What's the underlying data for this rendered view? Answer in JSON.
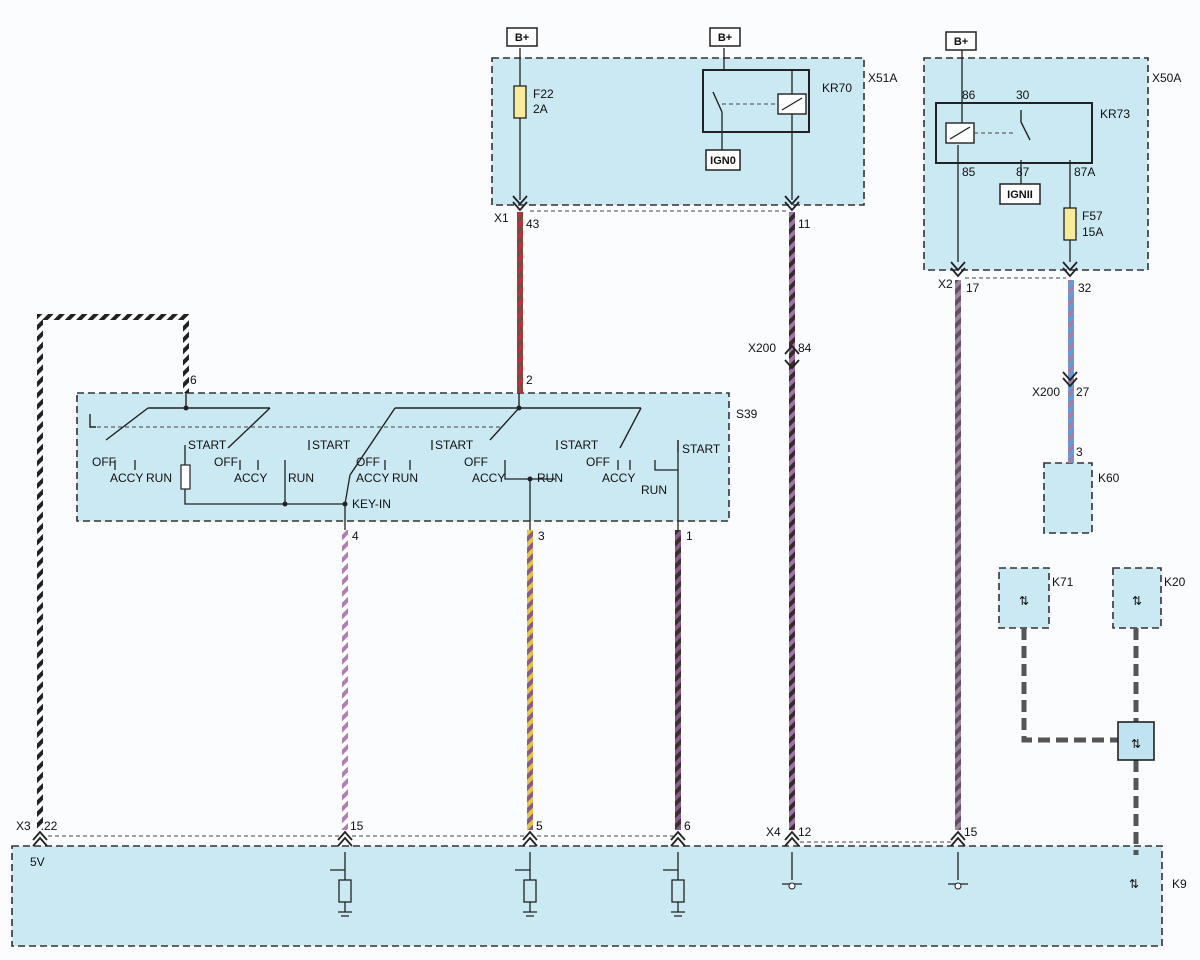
{
  "supply": {
    "b_plus": "B+"
  },
  "modules": {
    "x51a": "X51A",
    "x50a": "X50A",
    "s39": "S39",
    "k9": "K9",
    "k60": "K60",
    "k71": "K71",
    "k20": "K20",
    "kr70": "KR70",
    "kr73": "KR73"
  },
  "fuses": {
    "f22": {
      "name": "F22",
      "rating": "2A"
    },
    "f57": {
      "name": "F57",
      "rating": "15A"
    }
  },
  "tags": {
    "ign0": "IGN0",
    "ign2": "IGNII"
  },
  "relay_pins": {
    "p86": "86",
    "p30": "30",
    "p85": "85",
    "p87": "87",
    "p87a": "87A"
  },
  "connectors": {
    "x1": "X1",
    "x2": "X2",
    "x3": "X3",
    "x4": "X4",
    "x200": "X200"
  },
  "pins": {
    "x1_43": "43",
    "x1_11": "11",
    "x2_17": "17",
    "x2_32": "32",
    "x200_84": "84",
    "x200_27": "27",
    "k60_3": "3",
    "s39_6": "6",
    "s39_2": "2",
    "s39_4": "4",
    "s39_3": "3",
    "s39_1": "1",
    "x3_22": "22",
    "k9_15a": "15",
    "k9_5": "5",
    "k9_6": "6",
    "x4_12": "12",
    "k9_15b": "15"
  },
  "switch_positions": {
    "off": "OFF",
    "accy": "ACCY",
    "run": "RUN",
    "start": "START",
    "key_in": "KEY-IN"
  },
  "k9_labels": {
    "v5": "5V"
  },
  "wire_colors": {
    "white_black": [
      "#ffffff",
      "#222222"
    ],
    "red_brown": [
      "#c0303a",
      "#7a4a3a"
    ],
    "violet_black": [
      "#a070a8",
      "#3a2a30"
    ],
    "violet_white": [
      "#b47cb4",
      "#ffffff"
    ],
    "yellow_violet": [
      "#e8c43a",
      "#8a5a8a"
    ],
    "black_violet": [
      "#3a3030",
      "#8a5a8a"
    ],
    "grey_violet": [
      "#9a8a9a",
      "#6a4a6a"
    ],
    "blue_violet": [
      "#5aa0e0",
      "#a080a8"
    ],
    "data_line": "#555555"
  }
}
